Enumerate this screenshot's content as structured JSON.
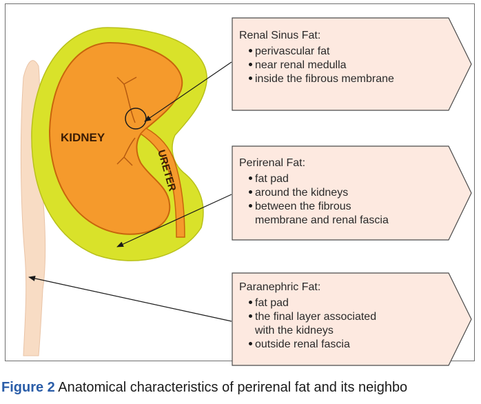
{
  "labels": {
    "kidney": "KIDNEY",
    "ureter": "URETER"
  },
  "callouts": [
    {
      "title": "Renal Sinus Fat:",
      "bullets": [
        "perivascular fat",
        "near renal medulla",
        "inside the fibrous membrane"
      ]
    },
    {
      "title": "Perirenal Fat:",
      "bullets": [
        "fat pad",
        "around the kidneys",
        "between the fibrous\nmembrane and renal fascia"
      ]
    },
    {
      "title": "Paranephric Fat:",
      "bullets": [
        "fat pad",
        "the final layer associated\nwith the kidneys",
        "outside renal fascia"
      ]
    }
  ],
  "caption": {
    "figure_label": "Figure 2",
    "text": "Anatomical characteristics of perirenal fat and its neighbo"
  },
  "colors": {
    "kidney_fill": "#f59a2c",
    "kidney_outline": "#c8640c",
    "perirenal_fat": "#d9e22a",
    "paranephric_fat": "#f8dcc4",
    "callout_fill": "#fde9e0",
    "callout_border": "#4a4a4a",
    "figure_label": "#2a5da8"
  }
}
